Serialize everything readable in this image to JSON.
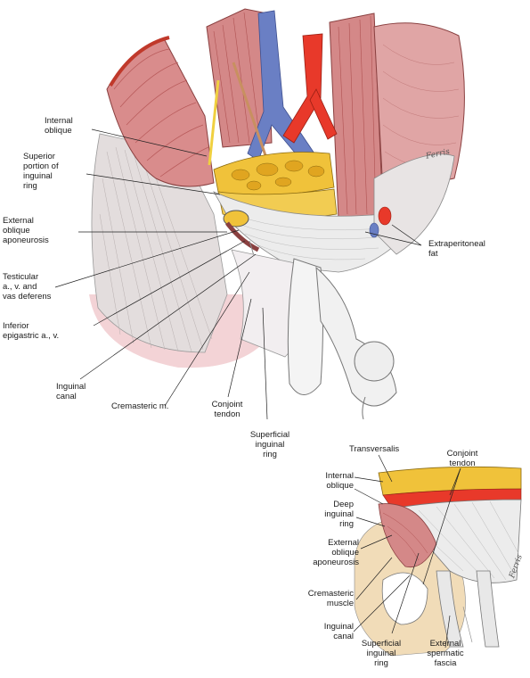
{
  "main_labels": {
    "internal_oblique": "Internal\noblique",
    "superior_portion_inguinal_ring": "Superior\nportion of\ninguinal\nring",
    "external_oblique_aponeurosis": "External\noblique\naponeurosis",
    "testicular_vessels": "Testicular\na., v. and\nvas deferens",
    "inferior_epigastric": "Inferior\nepigastric a., v.",
    "inguinal_canal": "Inguinal\ncanal",
    "cremasteric_m": "Cremasteric m.",
    "conjoint_tendon": "Conjoint\ntendon",
    "superficial_inguinal_ring": "Superficial\ninguinal\nring",
    "extraperitoneal_fat": "Extraperitoneal\nfat"
  },
  "inset_labels": {
    "transversalis": "Transversalis",
    "conjoint_tendon": "Conjoint\ntendon",
    "internal_oblique": "Internal\noblique",
    "deep_inguinal_ring": "Deep\ninguinal\nring",
    "external_oblique_aponeurosis": "External\noblique\naponeurosis",
    "cremasteric_muscle": "Cremasteric\nmuscle",
    "inguinal_canal": "Inguinal\ncanal",
    "superficial_inguinal_ring": "Superficial\ninguinal\nring",
    "external_spermatic_fascia": "External\nspermatic\nfascia"
  },
  "signatures": {
    "main": "Ferris",
    "inset": "Ferris"
  },
  "colors": {
    "muscle": "#d98c8c",
    "muscle_dark": "#b85a5a",
    "artery": "#e8392a",
    "vein": "#6a7fc4",
    "fat": "#f0c23a",
    "aponeurosis": "#e6e6e6",
    "skin": "#f3d9d9",
    "inset_skin": "#f1dcb8"
  }
}
